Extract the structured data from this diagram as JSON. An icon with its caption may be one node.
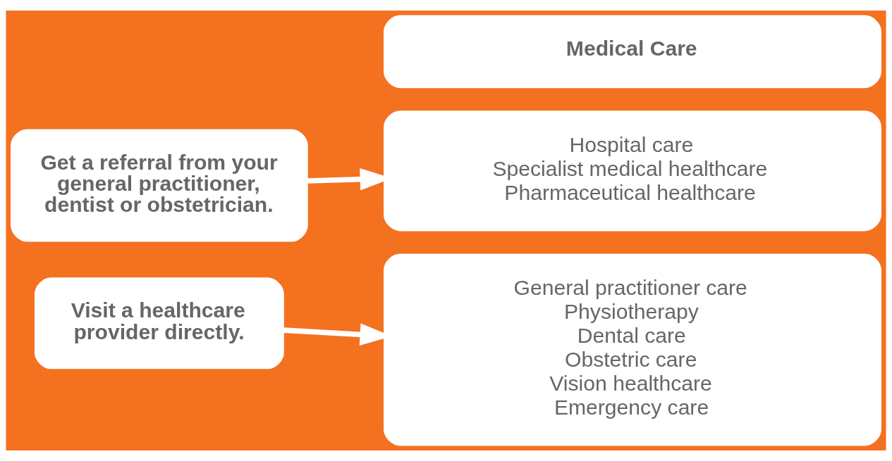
{
  "diagram": {
    "nodes": [
      {
        "text": [
          "Medical Care"
        ]
      },
      {
        "text": [
          "Get a referral from your general practitioner, dentist or obstetrician."
        ]
      },
      {
        "text": [
          "Hospital care",
          "Specialist medical healthcare",
          "Pharmaceutical healthcare"
        ]
      },
      {
        "text": [
          "Visit a healthcare provider directly."
        ]
      },
      {
        "text": [
          "General practitioner care",
          "Physiotherapy",
          "Dental care",
          "Obstetric care",
          "Vision healthcare",
          "Emergency care"
        ]
      }
    ],
    "edges": [
      {
        "from": 1,
        "to": 2,
        "arrow": "to"
      },
      {
        "from": 3,
        "to": 4,
        "arrow": "to"
      }
    ]
  }
}
